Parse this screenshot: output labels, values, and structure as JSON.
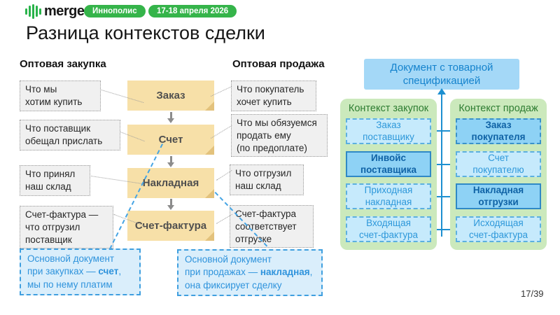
{
  "brand": {
    "logo_text": "merge",
    "badge_location": "Иннополис",
    "badge_date": "17-18 апреля 2026"
  },
  "title": "Разница контекстов сделки",
  "page_number": "17/39",
  "purchase_column": {
    "header": "Оптовая закупка",
    "annotations": [
      "Что мы\nхотим купить",
      "Что поставщик\nобещал прислать",
      "Что принял\nнаш склад",
      "Счет-фактура —\nчто отгрузил\nпоставщик"
    ]
  },
  "sale_column": {
    "header": "Оптовая продажа",
    "annotations": [
      "Что покупатель\nхочет купить",
      "Что мы обязуемся\nпродать ему\n(по предоплате)",
      "Что отгрузил\nнаш склад",
      "Счет-фактура\nсоответствует\nотгрузке"
    ]
  },
  "flow_notes": [
    "Заказ",
    "Счет",
    "Накладная",
    "Счет-фактура"
  ],
  "callouts": {
    "purchase": {
      "pre": "Основной документ\nпри закупках — ",
      "bold": "счет",
      "post": ",\nмы по нему платим"
    },
    "sale": {
      "pre": "Основной документ\nпри продажах — ",
      "bold": "накладная",
      "post": ",\nона фиксирует сделку"
    }
  },
  "right_panel": {
    "spec_box": "Документ с товарной\nспецификацией",
    "purchase_context": {
      "title": "Контекст закупок",
      "items": [
        "Заказ\nпоставщику",
        "Инвойс\nпоставщика",
        "Приходная\nнакладная",
        "Входящая\nсчет-фактура"
      ],
      "highlighted_item": "Инвойс поставщика"
    },
    "sale_context": {
      "title": "Контекст продаж",
      "items": [
        "Заказ\nпокупателя",
        "Счет\nпокупателю",
        "Накладная\nотгрузки",
        "Исходящая\nсчет-фактура"
      ],
      "highlighted_items": [
        "Заказ покупателя",
        "Накладная отгрузки"
      ]
    }
  },
  "colors": {
    "brand_green": "#35b44a",
    "note_yellow": "#f7e0a8",
    "panel_green": "#cbe9bc",
    "item_blue_light": "#c6eafc",
    "item_blue_dark": "#8ed2f5",
    "accent_blue": "#1d8fd0"
  }
}
